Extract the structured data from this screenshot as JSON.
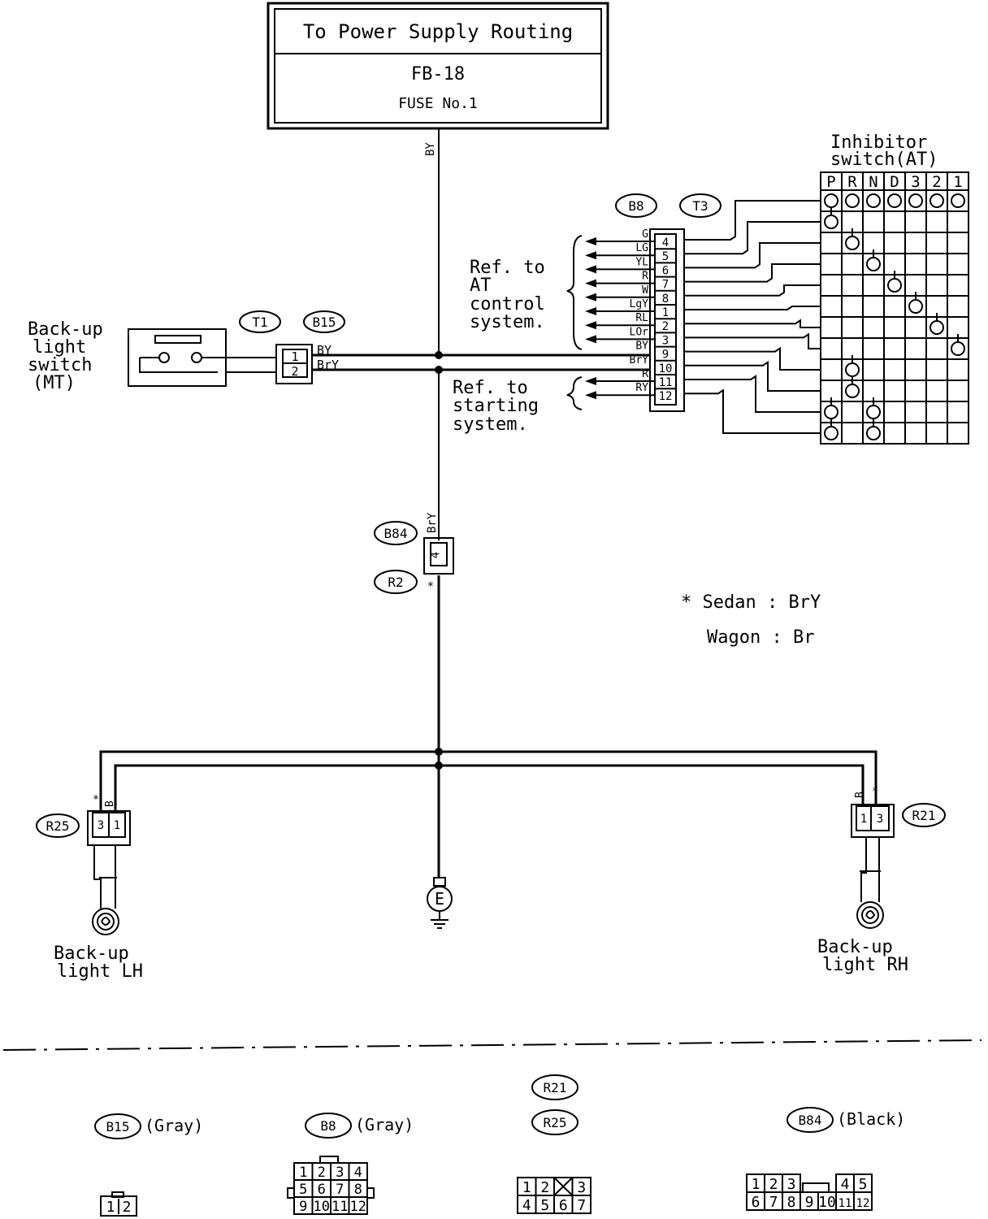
{
  "power_box": {
    "title": "To Power Supply Routing",
    "fuse_block": "FB-18",
    "fuse": "FUSE No.1"
  },
  "inhibitor": {
    "title_line1": "Inhibitor",
    "title_line2": "switch(AT)",
    "positions": [
      "P",
      "R",
      "N",
      "D",
      "3",
      "2",
      "1"
    ]
  },
  "labels": {
    "backup_switch": [
      "Back-up",
      "light",
      "switch",
      "(MT)"
    ],
    "ref_at": [
      "Ref. to",
      "AT",
      "control",
      "system."
    ],
    "ref_start": [
      "Ref. to",
      "starting",
      "system."
    ],
    "lamp_lh": [
      "Back-up",
      "light LH"
    ],
    "lamp_rh": [
      "Back-up",
      "light RH"
    ],
    "ground": "E",
    "note_line1": "* Sedan : BrY",
    "note_line2": "Wagon : Br"
  },
  "connectors": {
    "t1": "T1",
    "b15": "B15",
    "b8": "B8",
    "t3": "T3",
    "b84": "B84",
    "r2": "R2",
    "r25": "R25",
    "r21": "R21"
  },
  "wires": {
    "main": "BY",
    "b15_pin1": "BY",
    "b15_pin2": "BrY",
    "b84": "BrY",
    "t3_pins": [
      {
        "pin": "4",
        "color": "G"
      },
      {
        "pin": "5",
        "color": "LG"
      },
      {
        "pin": "6",
        "color": "YL"
      },
      {
        "pin": "7",
        "color": "R"
      },
      {
        "pin": "8",
        "color": "W"
      },
      {
        "pin": "1",
        "color": "LgY"
      },
      {
        "pin": "2",
        "color": "RL"
      },
      {
        "pin": "3",
        "color": "LOr"
      },
      {
        "pin": "9",
        "color": "BY"
      },
      {
        "pin": "10",
        "color": "BrY"
      },
      {
        "pin": "11",
        "color": "R"
      },
      {
        "pin": "12",
        "color": "RY"
      }
    ],
    "r25_pins": [
      "*",
      "B"
    ],
    "r21_pins": [
      "B",
      "*"
    ]
  },
  "pin_numbers": {
    "b15": [
      "1",
      "2"
    ],
    "b84": "4",
    "r25": [
      "3",
      "1"
    ],
    "r21": [
      "1",
      "3"
    ]
  },
  "legend": {
    "b15": {
      "id": "B15",
      "color": "(Gray)",
      "pins": [
        "1",
        "2"
      ]
    },
    "b8": {
      "id": "B8",
      "color": "(Gray)",
      "rows": [
        [
          "1",
          "2",
          "3",
          "4"
        ],
        [
          "5",
          "6",
          "7",
          "8"
        ],
        [
          "9",
          "10",
          "11",
          "12"
        ]
      ]
    },
    "r21": {
      "id": "R21"
    },
    "r25": {
      "id": "R25",
      "rows": [
        [
          "1",
          "2",
          "X",
          "3"
        ],
        [
          "4",
          "5",
          "6",
          "7"
        ]
      ]
    },
    "b84": {
      "id": "B84",
      "color": "(Black)",
      "rows": [
        [
          "1",
          "2",
          "3",
          "",
          "4",
          "5"
        ],
        [
          "6",
          "7",
          "8",
          "9",
          "10",
          "11",
          "12"
        ]
      ]
    }
  }
}
